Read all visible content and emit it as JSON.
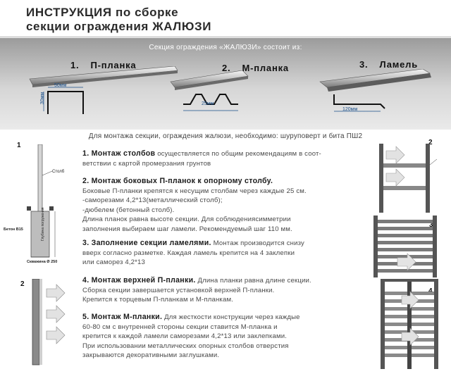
{
  "header": {
    "title_line1": "ИНСТРУКЦИЯ по сборке",
    "title_line2": "секции ограждения ЖАЛЮЗИ"
  },
  "band": {
    "caption": "Секция ограждения «ЖАЛЮЗИ» состоит из:",
    "parts": [
      {
        "number": "1.",
        "label": "П-планка",
        "dim_width": "50мм",
        "dim_height": "30мм"
      },
      {
        "number": "2.",
        "label": "М-планка",
        "dim_width": "25мм"
      },
      {
        "number": "3.",
        "label": "Ламель",
        "dim_width": "120мм"
      }
    ]
  },
  "tools_note": "Для монтажа секции, ограждения жалюзи, необходимо: шуруповерт и бита ПШ2",
  "diagram_numbers": [
    "1",
    "2",
    "2",
    "3",
    "4"
  ],
  "diagram1": {
    "post_label": "Столб",
    "concrete_label": "Бетон В15",
    "depth_label": "Глубина погружения",
    "hole_label": "Скважина Ø 250"
  },
  "steps": [
    {
      "heading": "1. Монтаж столбов",
      "lines": [
        " осуществляется по общим рекомендациям в соот-",
        "ветствии с картой промерзания грунтов"
      ]
    },
    {
      "heading": "2. Монтаж боковых П-планок к опорному столбу.",
      "lines": [
        "Боковые П-планки крепятся  к несущим столбам через каждые 25 см.",
        "-саморезами 4,2*13(металлический столб);",
        "-дюбелем (бетонный столб).",
        "Длина планок равна высоте секции. Для соблюдениясимметрии",
        "заполнения выбираем шаг ламели. Рекомендуемый  шаг 110 мм."
      ]
    },
    {
      "heading": "3. Заполнение секции ламелями.",
      "lines": [
        " Монтаж производится снизу",
        "вверх согласно разметке. Каждая ламель крепится на 4 заклепки",
        "или саморез 4,2*13"
      ]
    },
    {
      "heading": "4. Монтаж верхней П-планки.",
      "lines": [
        " Длина планки равна длине секции.",
        "Сборка секции завершается установкой верхней П-планки.",
        "Крепится к торцевым П-планкам и М-планкам."
      ]
    },
    {
      "heading": "5. Монтаж М-планки.",
      "lines": [
        " Для жесткости конструкции через каждые",
        "60-80 см с внутренней стороны секции ставится М-планка и",
        "крепится к каждой ламели саморезами 4,2*13 или заклепками.",
        "При использовании металлических опорных столбов отверстия",
        "закрываются декоративными заглушками."
      ]
    }
  ],
  "colors": {
    "band_top": "#9b9b9b",
    "dimension_blue": "#1a4f8a",
    "arrow_grey": "#dcdcdc"
  }
}
